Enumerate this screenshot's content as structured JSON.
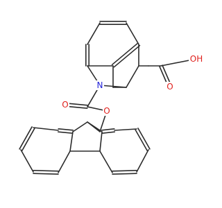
{
  "molecule": {
    "atom_labels": [
      {
        "id": "N1",
        "text": "N",
        "color": "#1f1fd8"
      },
      {
        "id": "O_carbonyl",
        "text": "O",
        "color": "#e0201c"
      },
      {
        "id": "O_ester",
        "text": "O",
        "color": "#e0201c"
      },
      {
        "id": "O_acid_dbl",
        "text": "O",
        "color": "#e0201c"
      },
      {
        "id": "OH_acid",
        "text": "OH",
        "color": "#e0201c"
      }
    ]
  },
  "colors": {
    "bond": "#2b2b2b",
    "nitrogen": "#1f1fd8",
    "oxygen": "#e0201c",
    "background": "#ffffff"
  }
}
